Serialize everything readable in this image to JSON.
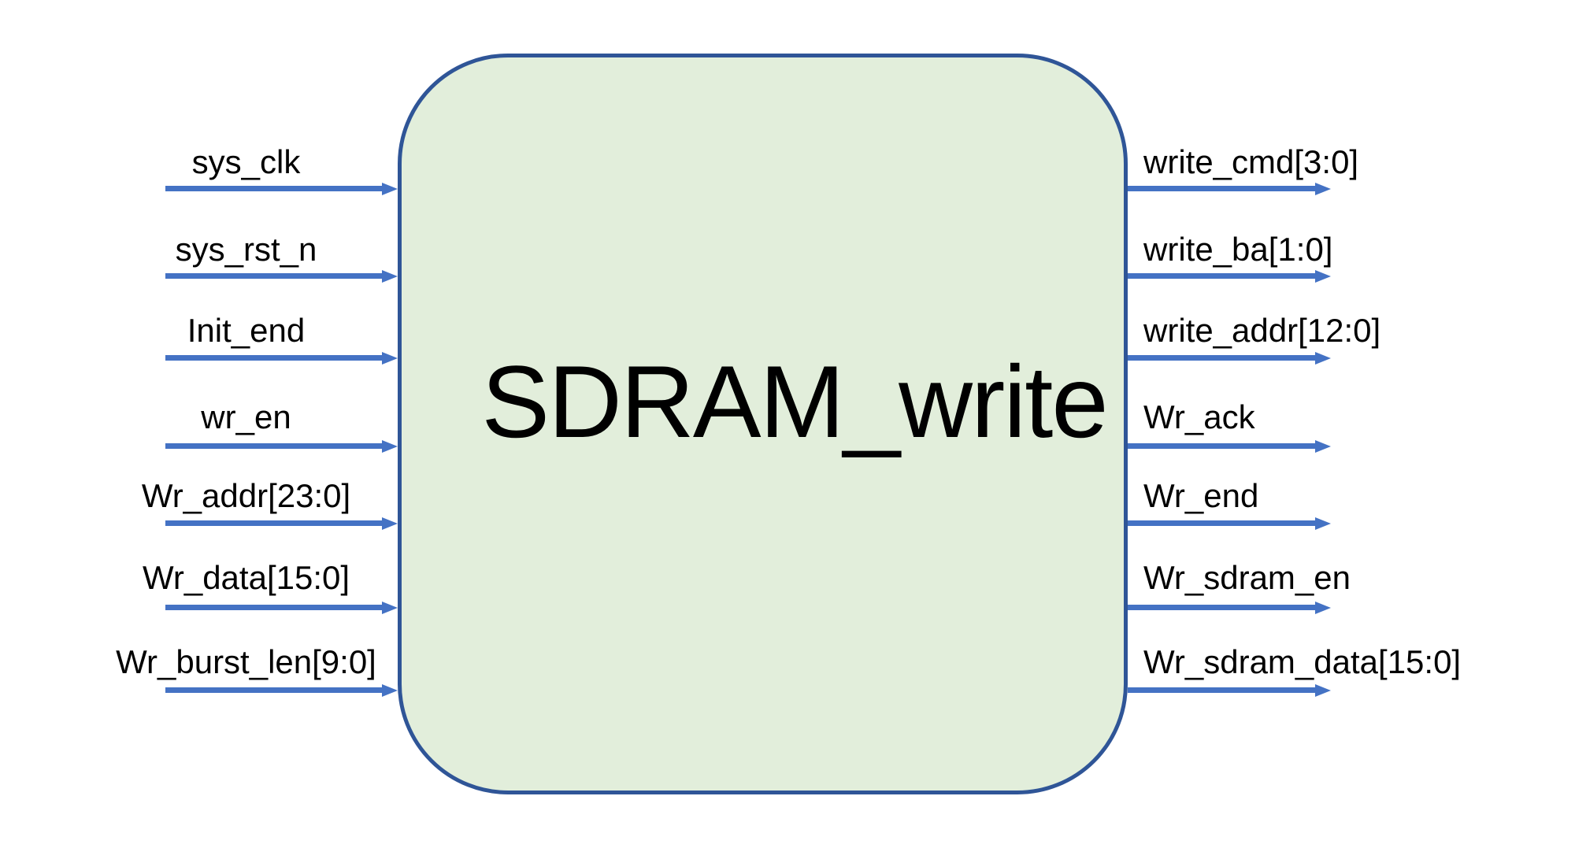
{
  "module": {
    "title": "SDRAM_write",
    "inputs": [
      {
        "label": "sys_clk"
      },
      {
        "label": "sys_rst_n"
      },
      {
        "label": "Init_end"
      },
      {
        "label": "wr_en"
      },
      {
        "label": "Wr_addr[23:0]"
      },
      {
        "label": "Wr_data[15:0]"
      },
      {
        "label": "Wr_burst_len[9:0]"
      }
    ],
    "outputs": [
      {
        "label": "write_cmd[3:0]"
      },
      {
        "label": "write_ba[1:0]"
      },
      {
        "label": "write_addr[12:0]"
      },
      {
        "label": "Wr_ack"
      },
      {
        "label": "Wr_end"
      },
      {
        "label": "Wr_sdram_en"
      },
      {
        "label": "Wr_sdram_data[15:0]"
      }
    ]
  },
  "colors": {
    "block_fill": "#E2EEDB",
    "block_border": "#2F5597",
    "arrow": "#4472C4",
    "text": "#000000",
    "background": "#FFFFFF"
  }
}
